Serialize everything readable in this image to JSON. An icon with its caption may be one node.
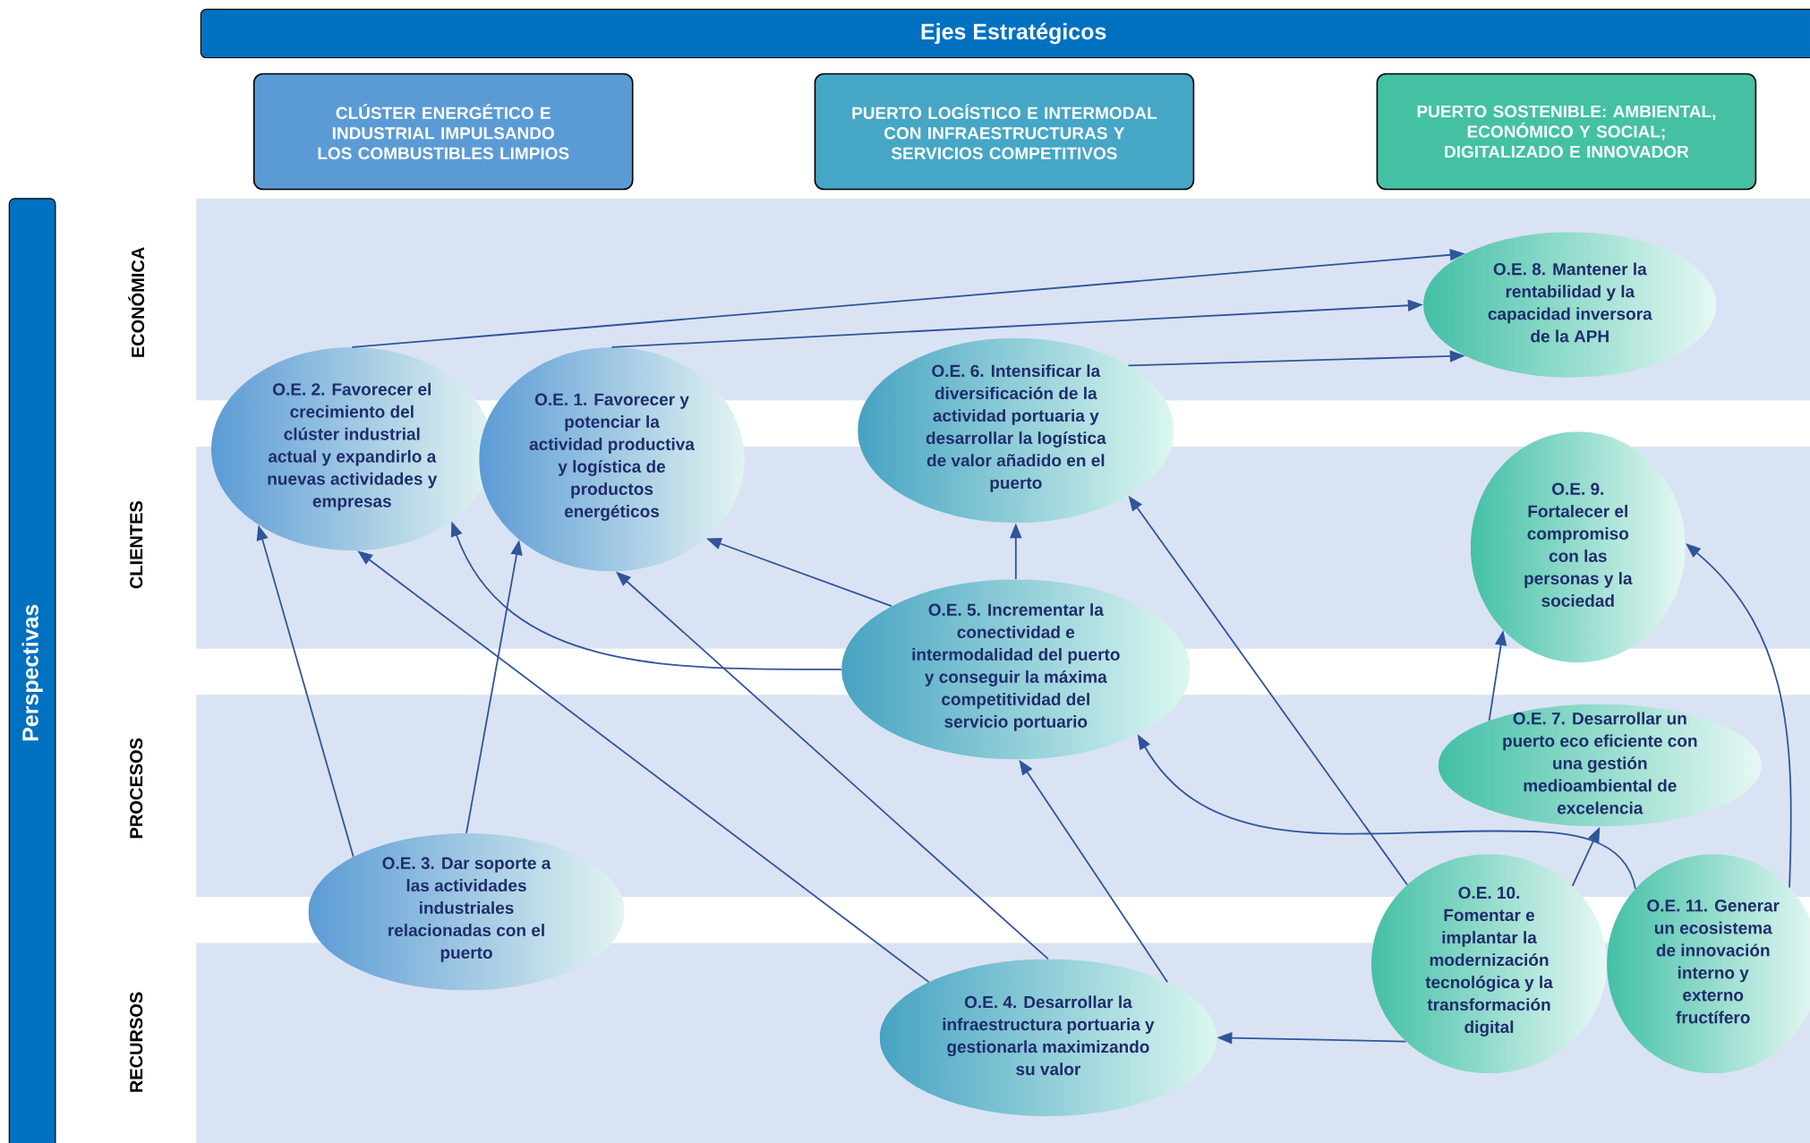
{
  "diagram": {
    "nodes": [
      {
        "text": [
          "Ejes Estratégicos"
        ]
      },
      {
        "text": [
          "CLÚSTER ENERGÉTICO E INDUSTRIAL IMPULSANDO LOS COMBUSTIBLES LIMPIOS"
        ]
      },
      {
        "text": [
          "PUERTO LOGÍSTICO E INTERMODAL CON INFRAESTRUCTURAS Y SERVICIOS COMPETITIVOS"
        ]
      },
      {
        "text": [
          "PUERTO SOSTENIBLE: AMBIENTAL, ECONÓMICO Y SOCIAL; DIGITALIZADO E INNOVADOR"
        ]
      },
      {
        "text": [
          "Perspectivas"
        ]
      },
      {
        "text": [
          "O.E. 8. Mantener la rentabilidad y la capacidad inversora de la APH"
        ]
      },
      {
        "text": [
          "O.E. 2. Favorecer el crecimiento del clúster industrial actual y expandirlo a nuevas actividades y empresas"
        ]
      },
      {
        "text": [
          "O.E. 1. Favorecer y potenciar la actividad productiva y logística de productos energéticos"
        ]
      },
      {
        "text": [
          "O.E. 6. Intensificar la diversificación de la actividad portuaria y desarrollar la logística de valor añadido en el puerto"
        ]
      },
      {
        "text": [
          "O.E. 9. Fortalecer el compromiso con las personas y la sociedad"
        ]
      },
      {
        "text": [
          "O.E. 5. Incrementar la conectividad e intermodalidad del puerto y conseguir la máxima competitividad del servicio portuario"
        ]
      },
      {
        "text": [
          "O.E. 7. Desarrollar un puerto eco eficiente con una gestión medioambiental de excelencia"
        ]
      },
      {
        "text": [
          "O.E. 3. Dar soporte a las actividades industriales relacionadas con el puerto"
        ]
      },
      {
        "text": [
          "O.E. 10. Fomentar e implantar la modernización tecnológica y la transformación digital"
        ]
      },
      {
        "text": [
          "O.E. 11. Generar un ecosistema de innovación interno y externo fructífero"
        ]
      },
      {
        "text": [
          "O.E. 4. Desarrollar la infraestructura portuaria y gestionarla maximizando su valor"
        ]
      }
    ],
    "edges": [
      {
        "from": 6,
        "to": 5,
        "arrow": "to"
      },
      {
        "from": 7,
        "to": 5,
        "arrow": "to"
      },
      {
        "from": 8,
        "to": 5,
        "arrow": "to"
      },
      {
        "from": 12,
        "to": 6,
        "arrow": "to"
      },
      {
        "from": 12,
        "to": 7,
        "arrow": "to"
      },
      {
        "from": 15,
        "to": 6,
        "arrow": "to"
      },
      {
        "from": 15,
        "to": 7,
        "arrow": "to"
      },
      {
        "from": 15,
        "to": 10,
        "arrow": "to"
      },
      {
        "from": 10,
        "to": 7,
        "arrow": "to"
      },
      {
        "from": 10,
        "to": 6,
        "arrow": "to"
      },
      {
        "from": 10,
        "to": 8,
        "arrow": "to"
      },
      {
        "from": 13,
        "to": 8,
        "arrow": "to"
      },
      {
        "from": 13,
        "to": 15,
        "arrow": "to"
      },
      {
        "from": 13,
        "to": 11,
        "arrow": "to"
      },
      {
        "from": 11,
        "to": 9,
        "arrow": "to"
      },
      {
        "from": 14,
        "to": 9,
        "arrow": "to"
      },
      {
        "from": 14,
        "to": 10,
        "arrow": "to"
      }
    ],
    "labels": [
      "ECONÓMICA",
      "CLIENTES",
      "PROCESOS",
      "RECURSOS"
    ]
  }
}
